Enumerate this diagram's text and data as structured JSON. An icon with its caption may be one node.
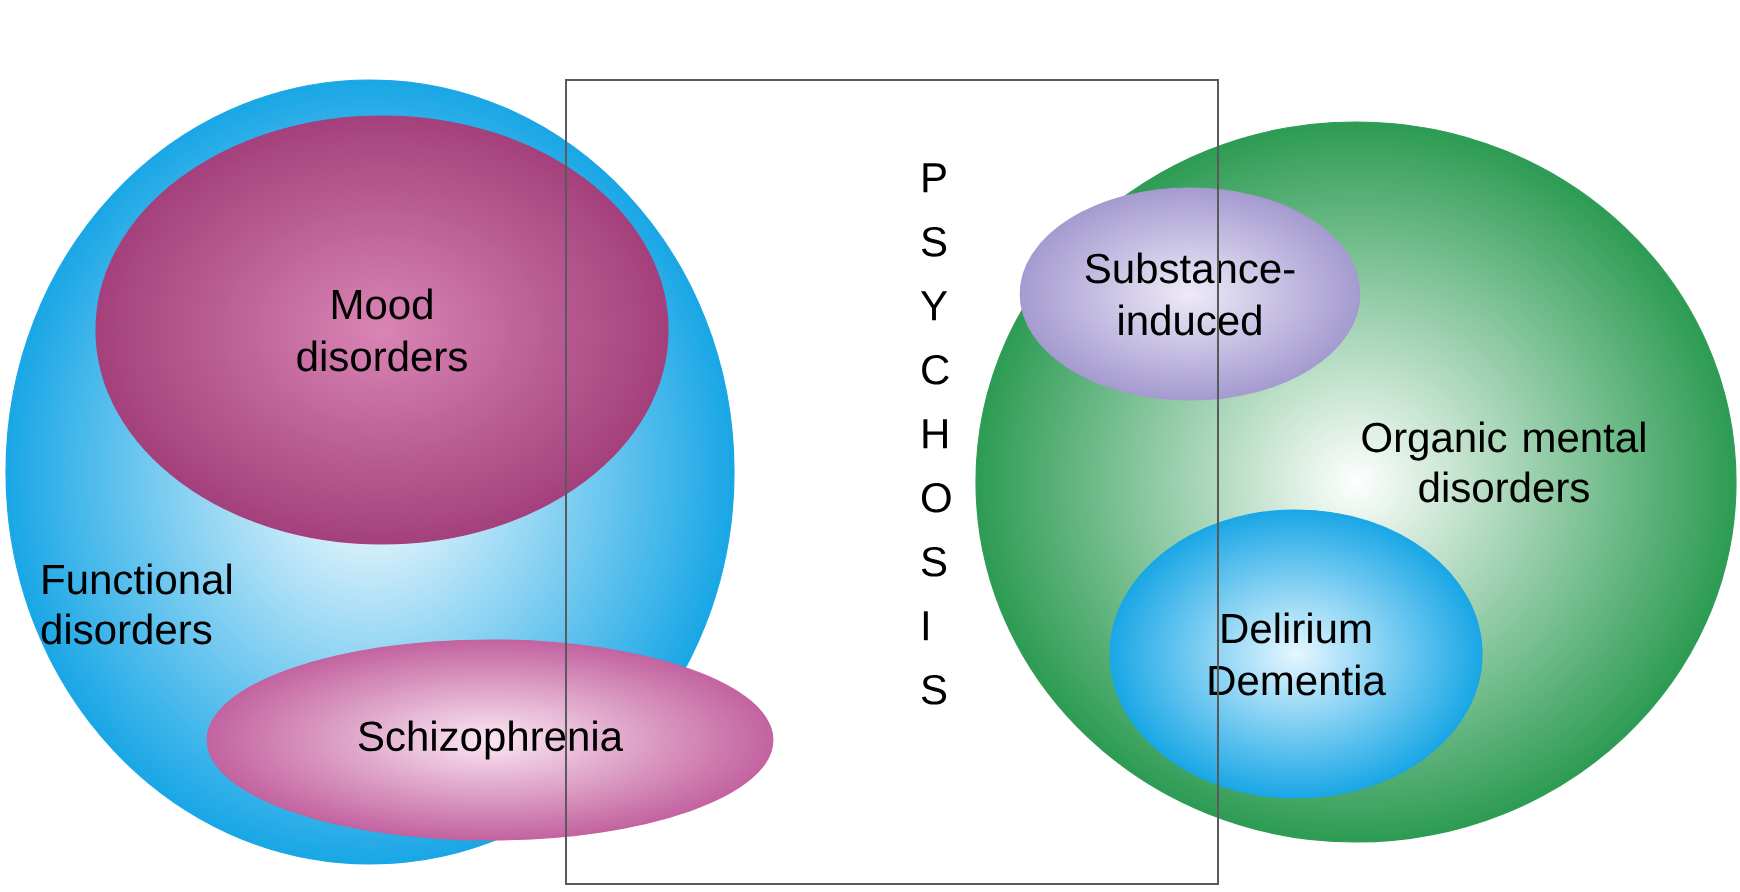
{
  "diagram": {
    "nodes": [
      {
        "text": [
          "Functional disorders"
        ]
      },
      {
        "text": [
          "Mood disorders"
        ],
        "in": 0
      },
      {
        "text": [
          "Schizophrenia"
        ],
        "in": 0
      },
      {
        "text": [
          "PSYCHOSIS"
        ]
      },
      {
        "text": [
          "Organic mental disorders"
        ]
      },
      {
        "text": [
          "Substance-induced"
        ],
        "in": 4
      },
      {
        "text": [
          "Delirium Dementia"
        ],
        "in": 4
      }
    ]
  }
}
